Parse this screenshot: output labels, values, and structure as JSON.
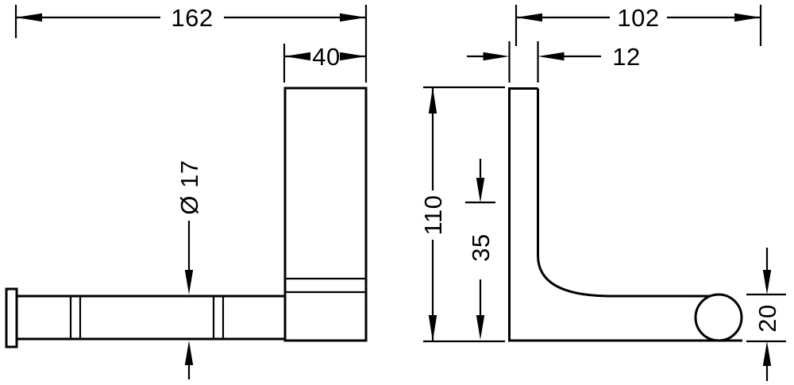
{
  "dimensions": {
    "total_width": "162",
    "plate_width": "40",
    "rod_diameter": "Ø 17",
    "total_depth": "102",
    "plate_thickness": "12",
    "total_height": "110",
    "lower_height": "35",
    "rod_end_diameter": "20"
  },
  "colors": {
    "line": "#000000",
    "background": "#ffffff"
  }
}
